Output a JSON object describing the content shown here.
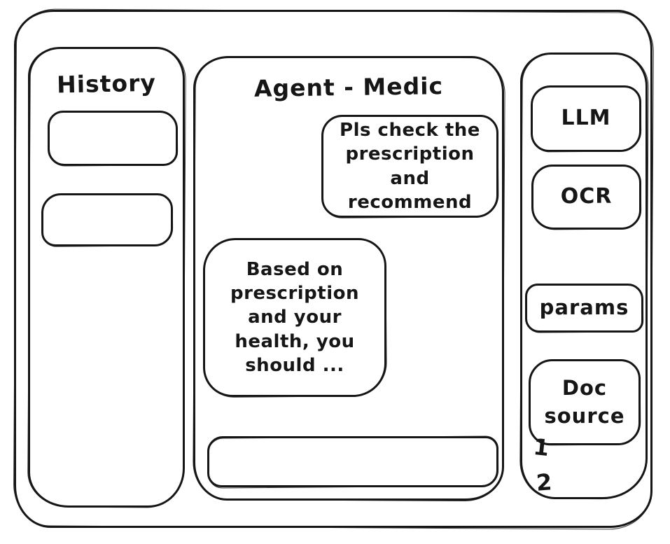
{
  "sidebar": {
    "title": "History",
    "items": [
      {
        "label": ""
      },
      {
        "label": ""
      }
    ]
  },
  "chat": {
    "title": "Agent - Medic",
    "messages": [
      {
        "role": "user",
        "align": "right",
        "text": "Pls check the prescription and recommend"
      },
      {
        "role": "assistant",
        "align": "left",
        "text": "Based on prescription and your health, you should ..."
      }
    ],
    "input": {
      "value": "",
      "placeholder": ""
    }
  },
  "tools": {
    "buttons": [
      {
        "label": "LLM"
      },
      {
        "label": "OCR"
      },
      {
        "label": "params"
      },
      {
        "label": "Doc source"
      }
    ],
    "doc_source_items": [
      "1",
      "2"
    ]
  },
  "colors": {
    "ink": "#161616",
    "background": "#ffffff"
  }
}
